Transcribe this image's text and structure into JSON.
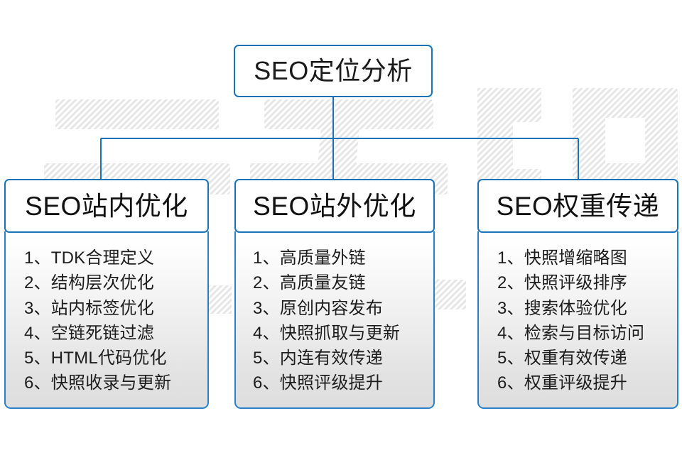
{
  "diagram": {
    "root": {
      "label": "SEO定位分析"
    },
    "columns": [
      {
        "title": "SEO站内优化",
        "items": [
          "1、TDK合理定义",
          "2、结构层次优化",
          "3、站内标签优化",
          "4、空链死链过滤",
          "5、HTML代码优化",
          "6、快照收录与更新"
        ]
      },
      {
        "title": "SEO站外优化",
        "items": [
          "1、高质量外链",
          "2、高质量友链",
          "3、原创内容发布",
          "4、快照抓取与更新",
          "5、内连有效传递",
          "6、快照评级提升"
        ]
      },
      {
        "title": "SEO权重传递",
        "items": [
          "1、快照增缩略图",
          "2、快照评级排序",
          "3、搜索体验优化",
          "4、检索与目标访问",
          "5、权重有效传递",
          "6、权重评级提升"
        ]
      }
    ],
    "watermark": {
      "text": "云无限"
    },
    "colors": {
      "border": "#1a72b8",
      "connector": "#1a72b8",
      "text": "#1a1a1a",
      "watermark": "#e9e9e9",
      "background": "#ffffff"
    }
  }
}
